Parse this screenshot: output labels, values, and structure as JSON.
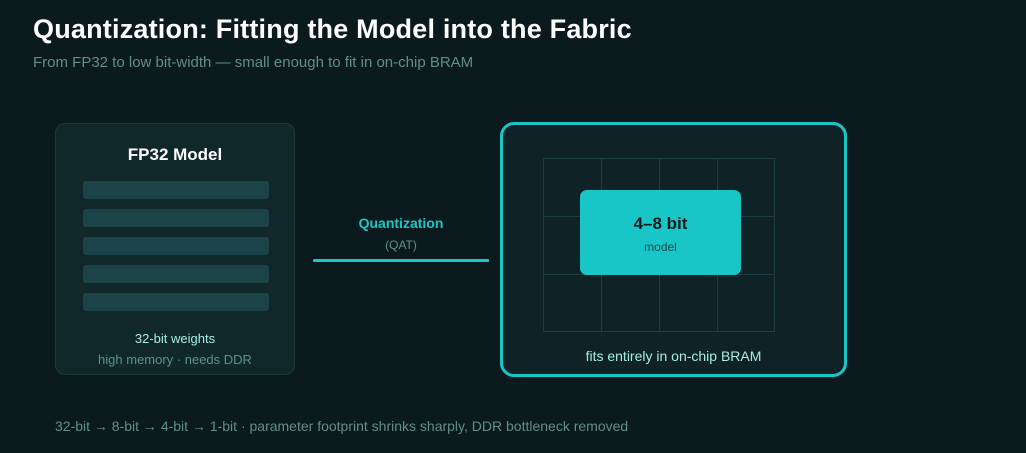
{
  "header": {
    "title": "Quantization: Fitting the Model into the Fabric",
    "subtitle": "From FP32 to low bit-width — small enough to fit in on-chip BRAM"
  },
  "fp32_model": {
    "title": "FP32 Model",
    "caption_primary": "32-bit weights",
    "caption_secondary": "high memory · needs DDR"
  },
  "transition": {
    "label": "Quantization",
    "sublabel": "(QAT)"
  },
  "fabric": {
    "model_title": "4–8 bit",
    "model_subtitle": "model",
    "caption": "fits entirely in on-chip BRAM"
  },
  "footer": {
    "note": "32-bit → 8-bit → 4-bit → 1-bit  ·  parameter footprint shrinks sharply, DDR bottleneck removed"
  },
  "colors": {
    "background": "#0b1a1d",
    "accent": "#19c6c7",
    "muted_text": "#5f8f8a",
    "light_accent_text": "#a6ece5"
  }
}
